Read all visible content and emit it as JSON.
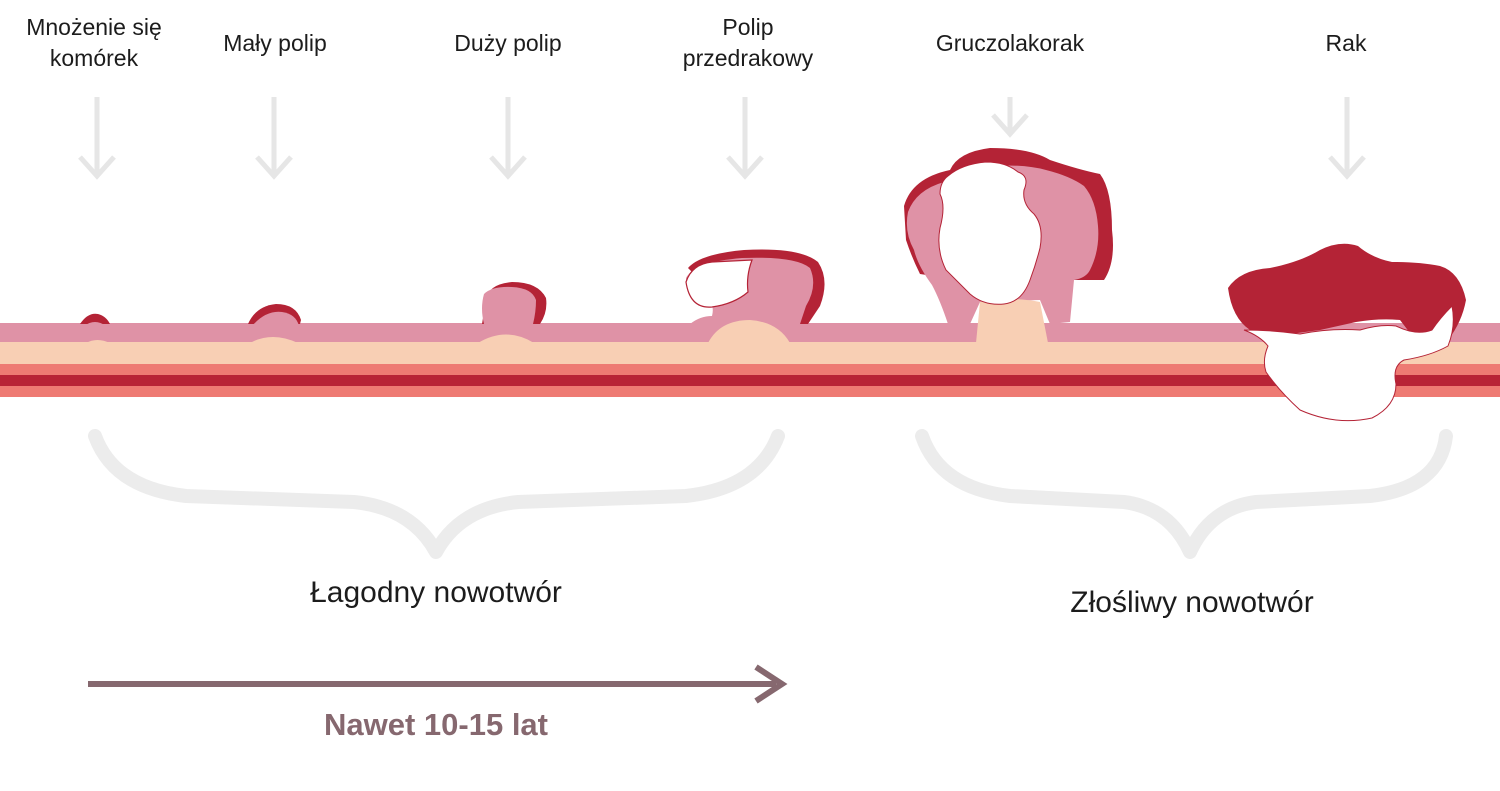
{
  "stages": [
    {
      "label": "Mnożenie się komórek"
    },
    {
      "label": "Mały polip"
    },
    {
      "label": "Duży polip"
    },
    {
      "label": "Polip przedrakowy"
    },
    {
      "label": "Gruczolakorak"
    },
    {
      "label": "Rak"
    }
  ],
  "groups": {
    "benign": "Łagodny nowotwór",
    "malignant": "Złośliwy nowotwór"
  },
  "timeline": {
    "label": "Nawet 10-15 lat"
  },
  "colors": {
    "arrow_grey": "#e6e6e6",
    "brace_grey": "#ececec",
    "mucosa_pink": "#df92a6",
    "submucosa_peach": "#f8cfb4",
    "muscle_salmon": "#ee7a73",
    "muscle_dark": "#b82336",
    "tumor_red": "#b42336",
    "timeline_mauve": "#86686f"
  }
}
